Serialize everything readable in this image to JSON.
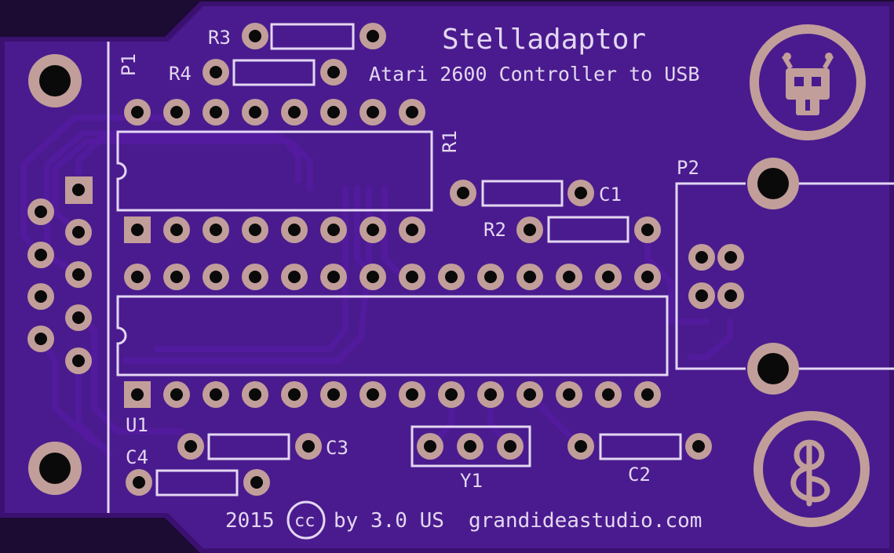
{
  "board": {
    "colors": {
      "background": "#1c0b33",
      "board": "#4a1b8e",
      "board_edge": "#3a1170",
      "silkscreen": "#e3d7f2",
      "pad": "#c19e9a",
      "hole": "#0a0a0a"
    },
    "title": "Stelladaptor",
    "subtitle": "Atari 2600 Controller to USB",
    "footer": {
      "year": "2015",
      "license_badge": "cc",
      "license_text": "by 3.0 US",
      "website": "grandideastudio.com"
    },
    "labels": {
      "p1": "P1",
      "p2": "P2",
      "r1": "R1",
      "r2": "R2",
      "r3": "R3",
      "r4": "R4",
      "c1": "C1",
      "c2": "C2",
      "c3": "C3",
      "c4": "C4",
      "u1": "U1",
      "y1": "Y1"
    },
    "logos": [
      "robot-skull-logo",
      "grand-idea-studio-logo"
    ]
  }
}
